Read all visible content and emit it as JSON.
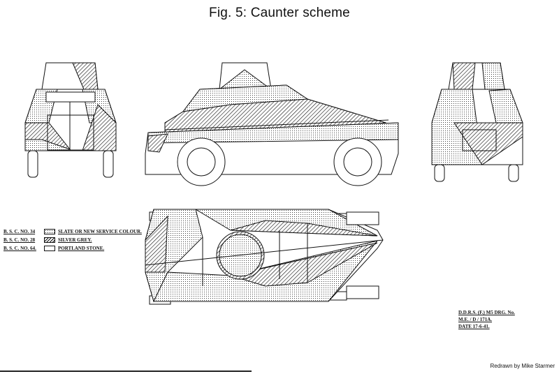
{
  "title": "Fig. 5: Caunter scheme",
  "legend": [
    {
      "code": "B. S. C. NO. 34",
      "pattern": "dots",
      "desc": "SLATE OR NEW SERVICE COLOUR."
    },
    {
      "code": "B. S. C. NO. 28",
      "pattern": "hatch",
      "desc": "SILVER GREY."
    },
    {
      "code": "B. S. C. NO. 64.",
      "pattern": "plain",
      "desc": "PORTLAND STONE."
    }
  ],
  "drawing_ref": {
    "line1": "D.D.R.S. (F.) M5 DRG. No.",
    "line2": "M.E. / D / 171A.",
    "line3": "DATE 17-6-41."
  },
  "credit": "Redrawn by Mike Starmer"
}
